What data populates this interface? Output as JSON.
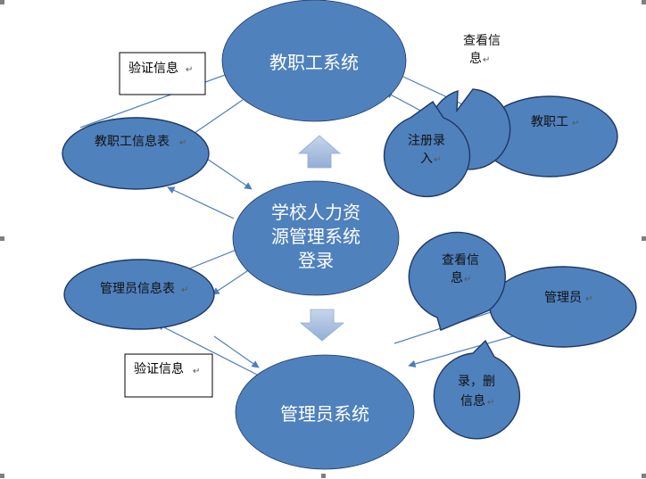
{
  "nodes": {
    "staff_system": "教职工系统",
    "login_line1": "学校人力资",
    "login_line2": "源管理系统",
    "login_line3": "登录",
    "admin_system": "管理员系统",
    "staff_info_table": "教职工信息表",
    "admin_info_table": "管理员信息表",
    "staff_user": "教职工",
    "admin_user": "管理员"
  },
  "bubbles": {
    "staff_view_line1": "查看信",
    "staff_view_line2": "息",
    "register_line1": "注册录",
    "register_line2": "入",
    "admin_view_line1": "查看信",
    "admin_view_line2": "息",
    "edit_line1": "录，删",
    "edit_line2": "信息"
  },
  "boxes": {
    "verify_top": "验证信息",
    "verify_bottom": "验证信息"
  },
  "marks": {
    "return_mark": "↵"
  },
  "colors": {
    "node_fill": "#4f81bd",
    "node_stroke": "#1f3763",
    "arrow_line": "#4a7ebf",
    "block_arrow": "#a9bedf"
  }
}
